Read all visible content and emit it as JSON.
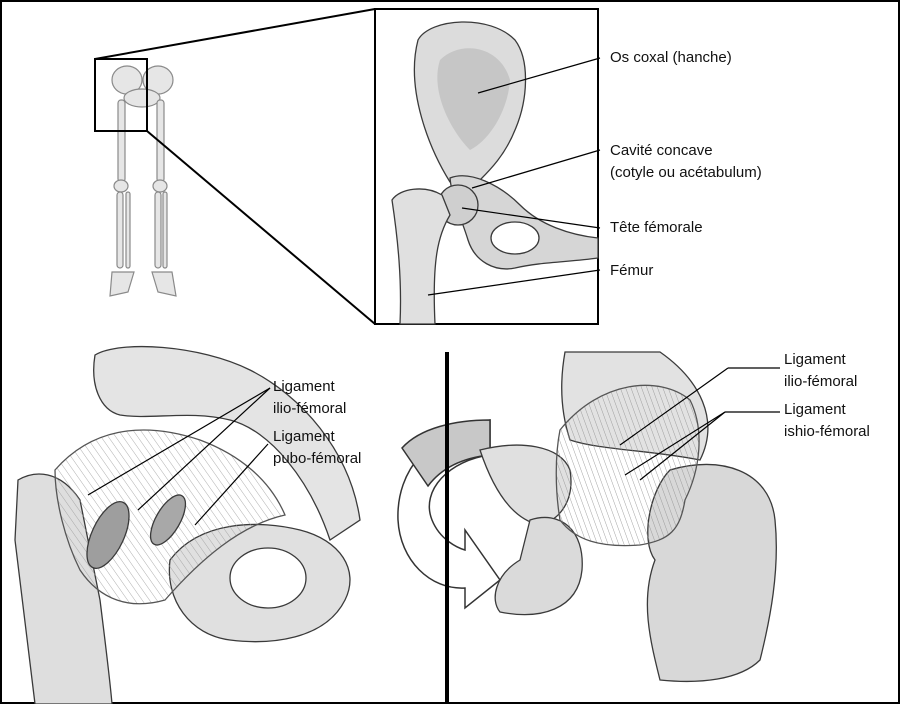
{
  "top_labels": {
    "os_coxal": "Os coxal (hanche)",
    "cavite_line1": "Cavité concave",
    "cavite_line2": "(cotyle ou acétabulum)",
    "tete": "Tête fémorale",
    "femur": "Fémur"
  },
  "bottom_left_labels": {
    "ilio_line1": "Ligament",
    "ilio_line2": "ilio-fémoral",
    "pubo_line1": "Ligament",
    "pubo_line2": "pubo-fémoral"
  },
  "bottom_right_labels": {
    "ilio_line1": "Ligament",
    "ilio_line2": "ilio-fémoral",
    "ishio_line1": "Ligament",
    "ishio_line2": "ishio-fémoral"
  },
  "colors": {
    "bone": "#e2e2e2",
    "bone_shade": "#b9b9b9",
    "outline": "#3a3a3a",
    "arrow_fill": "#c8c8c8"
  }
}
